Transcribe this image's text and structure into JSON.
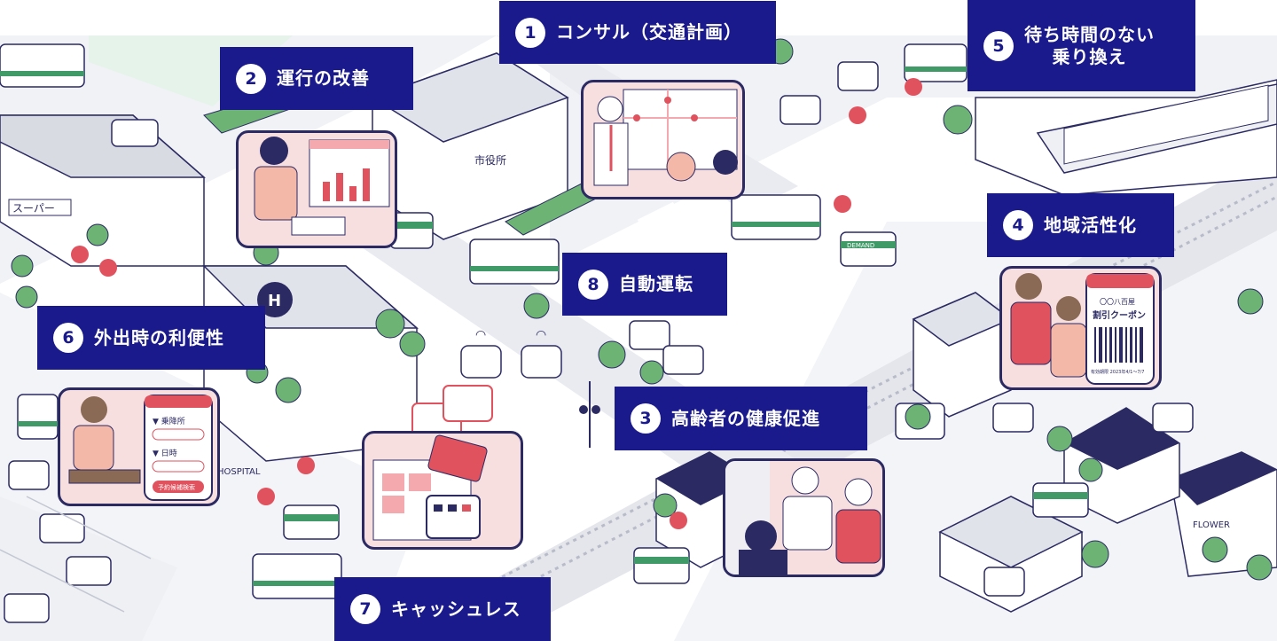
{
  "labels": [
    {
      "num": "1",
      "text": "コンサル（交通計画）"
    },
    {
      "num": "2",
      "text": "運行の改善"
    },
    {
      "num": "3",
      "text": "高齢者の健康促進"
    },
    {
      "num": "4",
      "text": "地域活性化"
    },
    {
      "num": "5",
      "text": "待ち時間のない\n乗り換え"
    },
    {
      "num": "6",
      "text": "外出時の利便性"
    },
    {
      "num": "7",
      "text": "キャッシュレス"
    },
    {
      "num": "8",
      "text": "自動運転"
    }
  ],
  "signs": {
    "city_hall": "市役所",
    "supermarket": "スーパー",
    "hospital": "HOSPITAL",
    "demand_bus": "DEMAND",
    "florist": "FLOWER"
  },
  "phone_app": {
    "pickup_label": "乗降所",
    "datetime_label": "日時",
    "search_button": "予約候補検索"
  },
  "coupon": {
    "shop": "〇〇八百屋",
    "title": "割引クーポン",
    "validity": "有効期限 2023年4/1〜7/7"
  },
  "colors": {
    "label_bg": "#1a1a8c",
    "panel_bg": "#f7dfe0",
    "outline": "#2b2a63",
    "bus_green": "#3f9a68",
    "tree_green": "#6db374",
    "smile_red": "#e0525d"
  }
}
